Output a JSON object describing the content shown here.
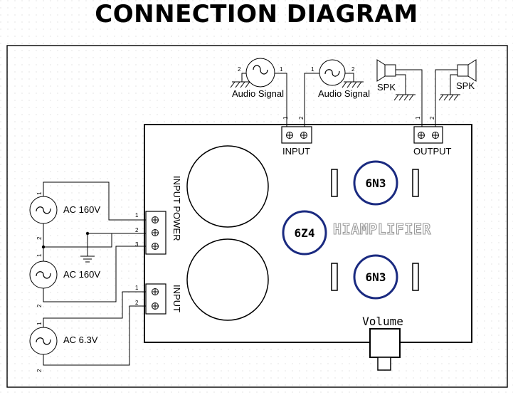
{
  "title": "CONNECTION DIAGRAM",
  "signal_inputs": {
    "left": {
      "label": "Audio Signal",
      "pin_a": "2",
      "pin_b": "1"
    },
    "right": {
      "label": "Audio Signal",
      "pin_a": "1",
      "pin_b": "2"
    }
  },
  "speakers": {
    "left": "SPK",
    "right": "SPK"
  },
  "board": {
    "input_terminal": {
      "label": "INPUT",
      "pins": [
        "1",
        "2"
      ]
    },
    "output_terminal": {
      "label": "OUTPUT",
      "pins": [
        "1",
        "2"
      ]
    },
    "power_terminal": {
      "label": "INPUT POWER",
      "pins": [
        "1",
        "2",
        "3"
      ]
    },
    "heater_terminal": {
      "label": "INPUT",
      "pins": [
        "1",
        "2"
      ]
    },
    "tubes": {
      "top": "6N3",
      "middle": "6Z4",
      "bottom": "6N3"
    },
    "watermark": "HIAMPLIFIER",
    "volume_label": "Volume"
  },
  "ac_sources": [
    {
      "label": "AC 160V",
      "pin_top": "1",
      "pin_bottom": "2"
    },
    {
      "label": "AC 160V",
      "pin_top": "1",
      "pin_bottom": "2"
    },
    {
      "label": "AC 6.3V",
      "pin_top": "1",
      "pin_bottom": "2"
    }
  ],
  "colors": {
    "tube_ring": "#1a2a80",
    "line": "#000000",
    "grid_dot": "#d0d0d0"
  }
}
